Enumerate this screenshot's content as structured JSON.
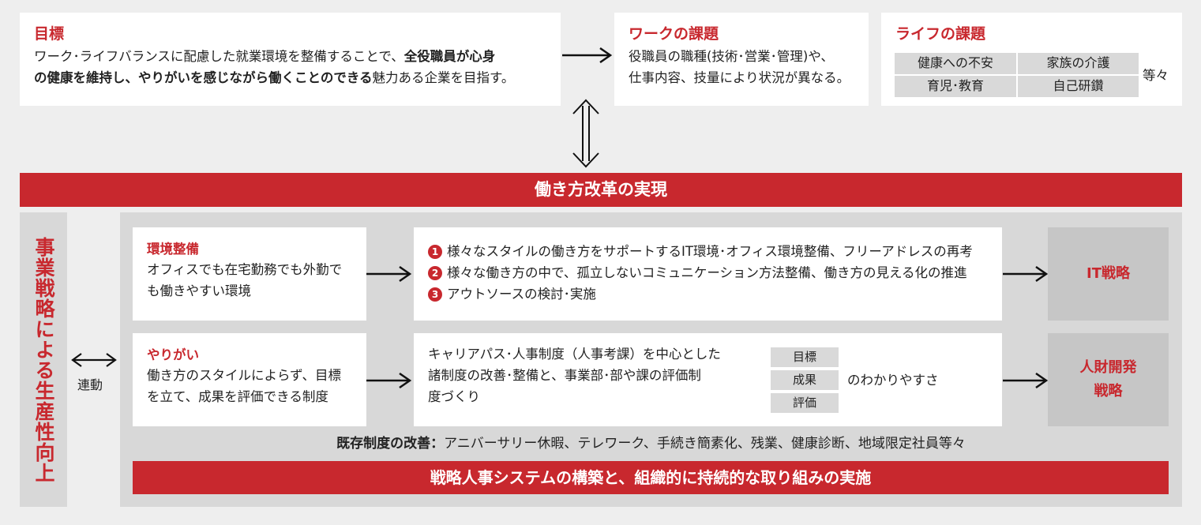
{
  "goal": {
    "title": "目標",
    "line1_pre": "ワーク･ライフバランスに配慮した就業環境を整備することで、",
    "line1_bold": "全役職員が心身",
    "line2_bold": "の健康を維持し、やりがいを感じながら働くことのできる",
    "line2_post": "魅力ある企業を目指す。"
  },
  "work_issue": {
    "title": "ワークの課題",
    "line1": "役職員の職種(技術･営業･管理)や、",
    "line2": "仕事内容、技量により状況が異なる。"
  },
  "life_issue": {
    "title": "ライフの課題",
    "cells": [
      "健康への不安",
      "家族の介護",
      "育児･教育",
      "自己研鑽"
    ],
    "suffix": "等々"
  },
  "reform_banner": "働き方改革の実現",
  "business_strategy": "事業戦略による生産性向上",
  "link_label": "連動",
  "environment": {
    "title": "環境整備",
    "line1": "オフィスでも在宅勤務でも外勤で",
    "line2": "も働きやすい環境",
    "items": [
      {
        "num": "1",
        "text": "様々なスタイルの働き方をサポートするIT環境･オフィス環境整備、フリーアドレスの再考"
      },
      {
        "num": "2",
        "text": "様々な働き方の中で、孤立しないコミュニケーション方法整備、働き方の見える化の推進"
      },
      {
        "num": "3",
        "text": "アウトソースの検討･実施"
      }
    ],
    "strategy": "IT戦略"
  },
  "motivation": {
    "title": "やりがい",
    "line1": "働き方のスタイルによらず、目標",
    "line2": "を立て、成果を評価できる制度",
    "detail_line1": "キャリアパス･人事制度（人事考課）を中心とした",
    "detail_line2": "諸制度の改善･整備と、事業部･部や課の評価制",
    "detail_line3": "度づくり",
    "cells": [
      "目標",
      "成果",
      "評価"
    ],
    "clarity": "のわかりやすさ",
    "strategy_line1": "人財開発",
    "strategy_line2": "戦略"
  },
  "existing": {
    "label": "既存制度の改善：",
    "text": "アニバーサリー休暇、テレワーク、手続き簡素化、残業、健康診断、地域限定社員等々"
  },
  "bottom_banner": "戦略人事システムの構築と、組織的に持続的な取り組みの実施",
  "colors": {
    "accent": "#c8282e",
    "panel": "#d8d8d8",
    "background": "#eeeeee"
  }
}
